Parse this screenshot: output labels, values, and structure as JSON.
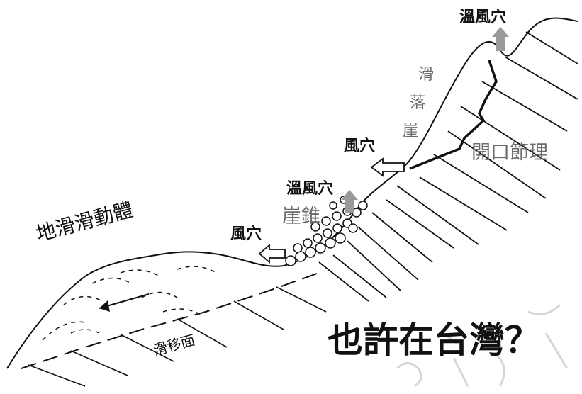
{
  "labels": {
    "vent_top": "溫風穴",
    "scarp_1": "滑",
    "scarp_2": "落",
    "scarp_3": "崖",
    "joint": "開口節理",
    "vent_mid": "風穴",
    "vent_warm_mid": "溫風穴",
    "talus": "崖錐",
    "vent_low": "風穴",
    "landslide_body": "地滑滑動體",
    "slip_surface": "滑移面",
    "headline": "也許在台灣？"
  },
  "colors": {
    "ink": "#111111",
    "arrow_grey": "#9a9a9a",
    "watermark": "#d0d0d0",
    "label_grey": "#6b6b6b"
  }
}
